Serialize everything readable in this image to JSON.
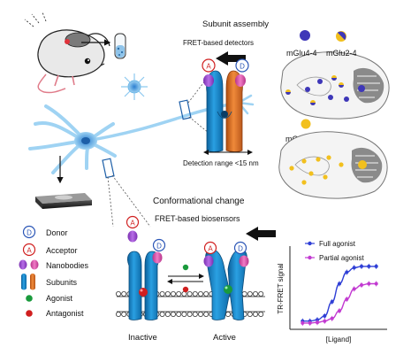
{
  "subunit_assembly": {
    "title": "Subunit assembly",
    "subtitle": "FRET-based detectors",
    "detection_range": "Detection range <15 nm",
    "acceptor_letter": "A",
    "donor_letter": "D"
  },
  "brain_maps": {
    "labels": [
      "mGlu4-4",
      "mGlu2-4",
      "mGlu2-2"
    ]
  },
  "conformational": {
    "title": "Conformational change",
    "subtitle": "FRET-based biosensors",
    "inactive": "Inactive",
    "active": "Active"
  },
  "legend": {
    "items": [
      "Donor",
      "Acceptor",
      "Nanobodies",
      "Subunits",
      "Agonist",
      "Antagonist"
    ],
    "donor_letter": "D",
    "acceptor_letter": "A"
  },
  "chart_data": {
    "type": "line",
    "ylabel": "TR-FRET signal",
    "xlabel": "[Ligand]",
    "series": [
      {
        "name": "Full agonist",
        "color": "#2f3fd6",
        "x": [
          1,
          2,
          3,
          4,
          5,
          6,
          7,
          8,
          9,
          10,
          11
        ],
        "values": [
          0.1,
          0.1,
          0.12,
          0.18,
          0.4,
          0.68,
          0.86,
          0.93,
          0.95,
          0.95,
          0.95
        ]
      },
      {
        "name": "Partial agonist",
        "color": "#c23ad1",
        "x": [
          1,
          2,
          3,
          4,
          5,
          6,
          7,
          8,
          9,
          10,
          11
        ],
        "values": [
          0.07,
          0.07,
          0.08,
          0.1,
          0.14,
          0.26,
          0.44,
          0.6,
          0.66,
          0.68,
          0.68
        ]
      }
    ],
    "ylim": [
      0,
      1.1
    ],
    "xlim": [
      0,
      12
    ]
  },
  "colors": {
    "subunit_blue": "#1f8fd1",
    "subunit_orange": "#e8782a",
    "nanobody_purple": "#a04bd6",
    "nanobody_pink": "#e063b4",
    "agonist_green": "#1a9a3c",
    "antagonist_red": "#d01f1f",
    "dot_purple": "#3e37b8",
    "dot_yellow": "#f2c01e"
  }
}
